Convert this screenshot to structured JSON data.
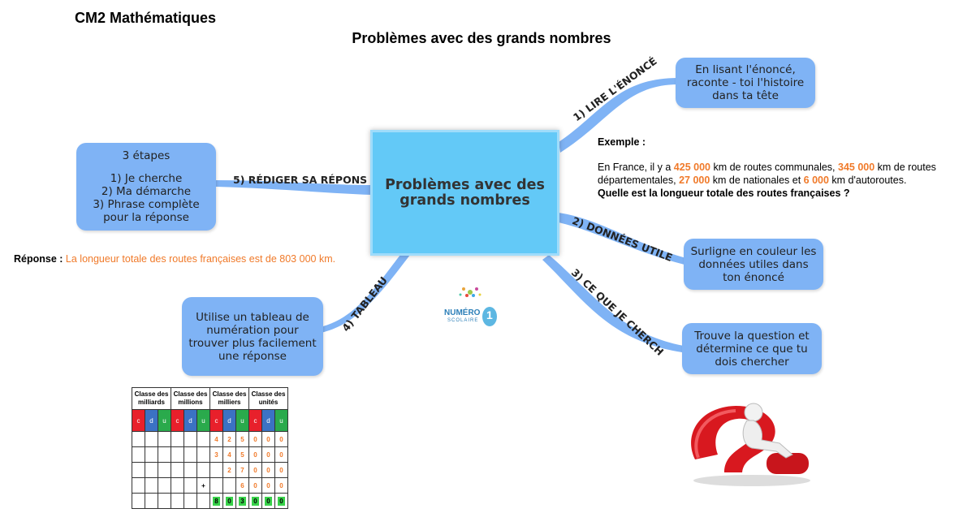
{
  "header": {
    "title": "CM2 Mathématiques",
    "subtitle": "Problèmes avec des grands nombres"
  },
  "center_node": "Problèmes avec des grands nombres",
  "branches": {
    "b1": {
      "label": "1) LIRE L'ÉNONCÉ",
      "bubble": "En lisant l'énoncé, raconte - toi l'histoire dans ta tête"
    },
    "b2": {
      "label": "2) DONNÉES UTILE",
      "bubble": "Surligne en couleur les données utiles dans ton énoncé"
    },
    "b3": {
      "label": "3) CE QUE JE CHERCH",
      "bubble": "Trouve la question et détermine ce que tu dois chercher"
    },
    "b4": {
      "label": "4) TABLEAU",
      "bubble": "Utilise un tableau de numération pour trouver plus facilement une réponse"
    },
    "b5": {
      "label": "5) RÉDIGER SA RÉPONS",
      "bubble_title": "3 étapes",
      "bubble_lines": [
        "1) Je cherche",
        "2) Ma démarche",
        "3) Phrase complète pour la réponse"
      ]
    }
  },
  "example": {
    "heading": "Exemple :",
    "p1": "En France, il y a ",
    "n1": "425 000",
    "p2": " km de routes communales, ",
    "n2": "345 000",
    "p3": " km de routes départementales, ",
    "n3": "27 000",
    "p4": " km de nationales et ",
    "n4": "6 000",
    "p5": " km d'autoroutes.",
    "question": "Quelle est la longueur totale des routes françaises ?"
  },
  "answer": {
    "label": "Réponse :",
    "text": "La longueur totale des routes françaises est de 803 000 km."
  },
  "logo": {
    "line1": "NUMÉRO",
    "line2": "1",
    "line3": "SCOLAIRE"
  },
  "table": {
    "classes": [
      "Classe des milliards",
      "Classe des millions",
      "Classe des milliers",
      "Classe des unités"
    ],
    "cols": [
      "c",
      "d",
      "u",
      "c",
      "d",
      "u",
      "c",
      "d",
      "u",
      "c",
      "d",
      "u"
    ],
    "rows": [
      [
        "",
        "",
        "",
        "",
        "",
        "",
        "4",
        "2",
        "5",
        "0",
        "0",
        "0"
      ],
      [
        "",
        "",
        "",
        "",
        "",
        "",
        "3",
        "4",
        "5",
        "0",
        "0",
        "0"
      ],
      [
        "",
        "",
        "",
        "",
        "",
        "",
        "",
        "2",
        "7",
        "0",
        "0",
        "0"
      ],
      [
        "",
        "",
        "",
        "",
        "",
        "+",
        "",
        "",
        "6",
        "0",
        "0",
        "0"
      ],
      [
        "",
        "",
        "",
        "",
        "",
        "",
        "8",
        "0",
        "3",
        "0",
        "0",
        "0"
      ]
    ]
  },
  "colors": {
    "bubble": "#7fb3f5",
    "center": "#63c9f7",
    "accent_orange": "#f07a2a",
    "question_red": "#d8181f"
  }
}
